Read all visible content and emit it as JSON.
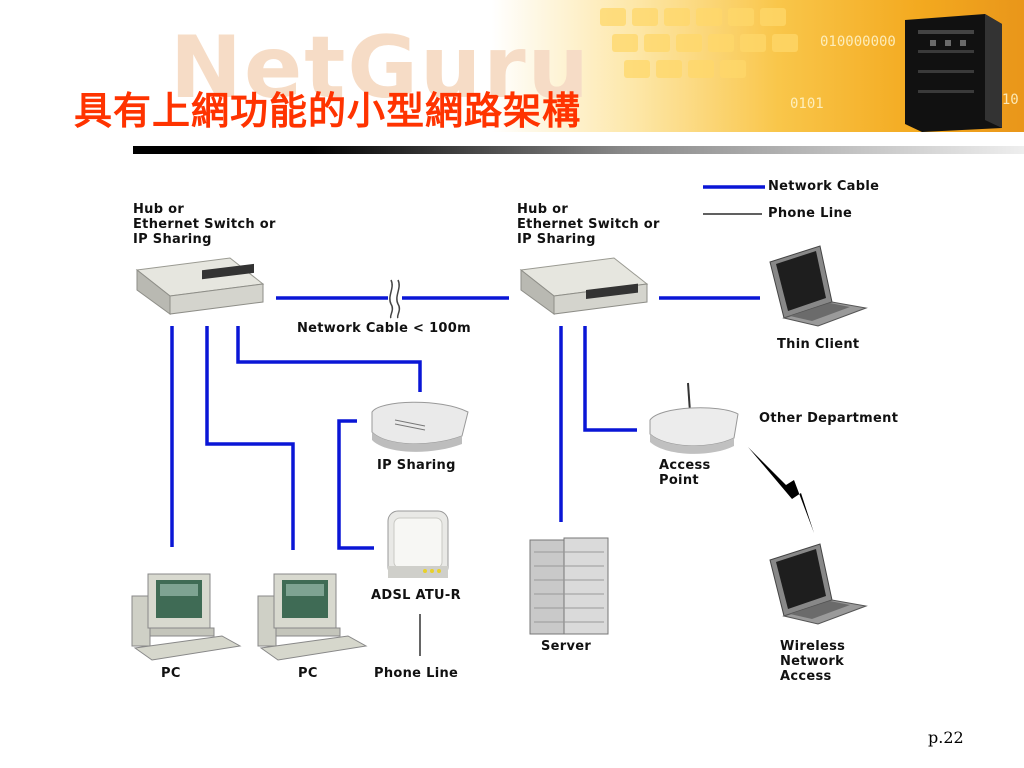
{
  "slide": {
    "title": "具有上網功能的小型網路架構",
    "page_number": "p.22",
    "watermark": "NetGuru"
  },
  "legend": {
    "network_cable": "Network Cable",
    "phone_line": "Phone Line"
  },
  "diagram": {
    "hub_left_label": "Hub or\nEthernet Switch or\nIP Sharing",
    "hub_right_label": "Hub or\nEthernet Switch or\nIP Sharing",
    "cable_label": "Network Cable < 100m",
    "thin_client_label": "Thin Client",
    "other_department_label": "Other Department",
    "access_point_label": "Access\nPoint",
    "ip_sharing_label": "IP Sharing",
    "adsl_label": "ADSL ATU-R",
    "phone_line_label": "Phone Line",
    "server_label": "Server",
    "pc1_label": "PC",
    "pc2_label": "PC",
    "wireless_label": "Wireless\nNetwork\nAccess"
  },
  "colors": {
    "title": "#ff3300",
    "network_cable": "#0a16d6",
    "phone_line": "#000000"
  }
}
